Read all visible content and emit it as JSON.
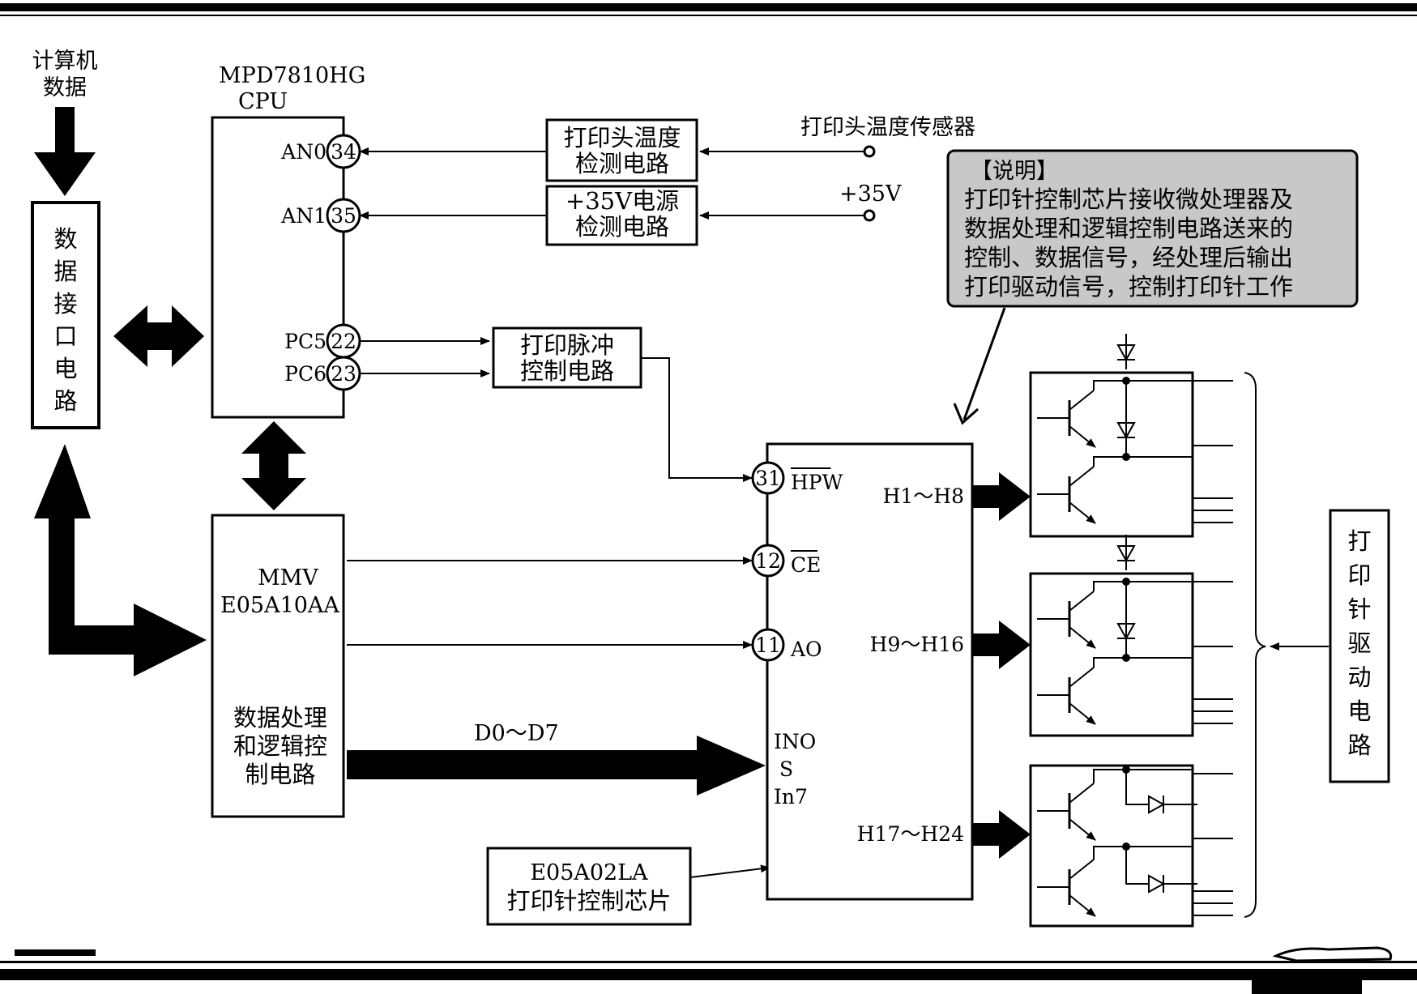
{
  "computer_data": "计算机\n数据",
  "interface": "数\n据\n接\n口\n电\n路",
  "cpu": {
    "model": "MPD7810HG",
    "name": "CPU",
    "pins": [
      {
        "name": "AN0",
        "num": "34"
      },
      {
        "name": "AN1",
        "num": "35"
      },
      {
        "name": "PC5",
        "num": "22"
      },
      {
        "name": "PC6",
        "num": "23"
      }
    ]
  },
  "temp_circuit": "打印头温度\n检测电路",
  "power_circuit": "+35V电源\n检测电路",
  "temp_sensor": "打印头温度传感器",
  "v35": "+35V",
  "pulse_circuit": "打印脉冲\n控制电路",
  "note": {
    "title": "【说明】",
    "lines": [
      "打印针控制芯片接收微处理器及",
      "数据处理和逻辑控制电路送来的",
      "控制、数据信号，经处理后输出",
      "打印驱动信号，控制打印针工作"
    ]
  },
  "mmv": {
    "model1": "MMV",
    "model2": "E05A10AA",
    "desc": "数据处理\n和逻辑控\n制电路"
  },
  "bus": "D0～D7",
  "chip": {
    "pins": [
      {
        "num": "31",
        "name": "HPW",
        "overline": true
      },
      {
        "num": "12",
        "name": "CE",
        "overline": true
      },
      {
        "num": "11",
        "name": "AO",
        "overline": false
      }
    ],
    "ino1": "INO",
    "ino2": "S",
    "ino3": "In7",
    "outputs": [
      "H1～H8",
      "H9～H16",
      "H17～H24"
    ]
  },
  "chip_label": {
    "model": "E05A02LA",
    "desc": "打印针控制芯片"
  },
  "driver": "打\n印\n针\n驱\n动\n电\n路"
}
